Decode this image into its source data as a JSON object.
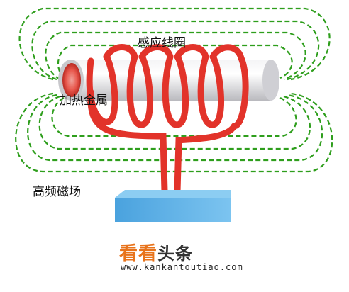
{
  "labels": {
    "coil": "感应线圈",
    "metal": "加热金属",
    "field": "高频磁场"
  },
  "watermark": {
    "brand_accent": "看看",
    "brand_rest": "头条",
    "url": "www.kankantoutiao.com"
  },
  "colors": {
    "field_lines": "#2e9e1c",
    "coil": "#e2332a",
    "metal_rod": "#d8d8dc",
    "metal_hot_core": "#e8574c",
    "base_block": "#5aaee6",
    "brand_accent": "#e8731b"
  }
}
